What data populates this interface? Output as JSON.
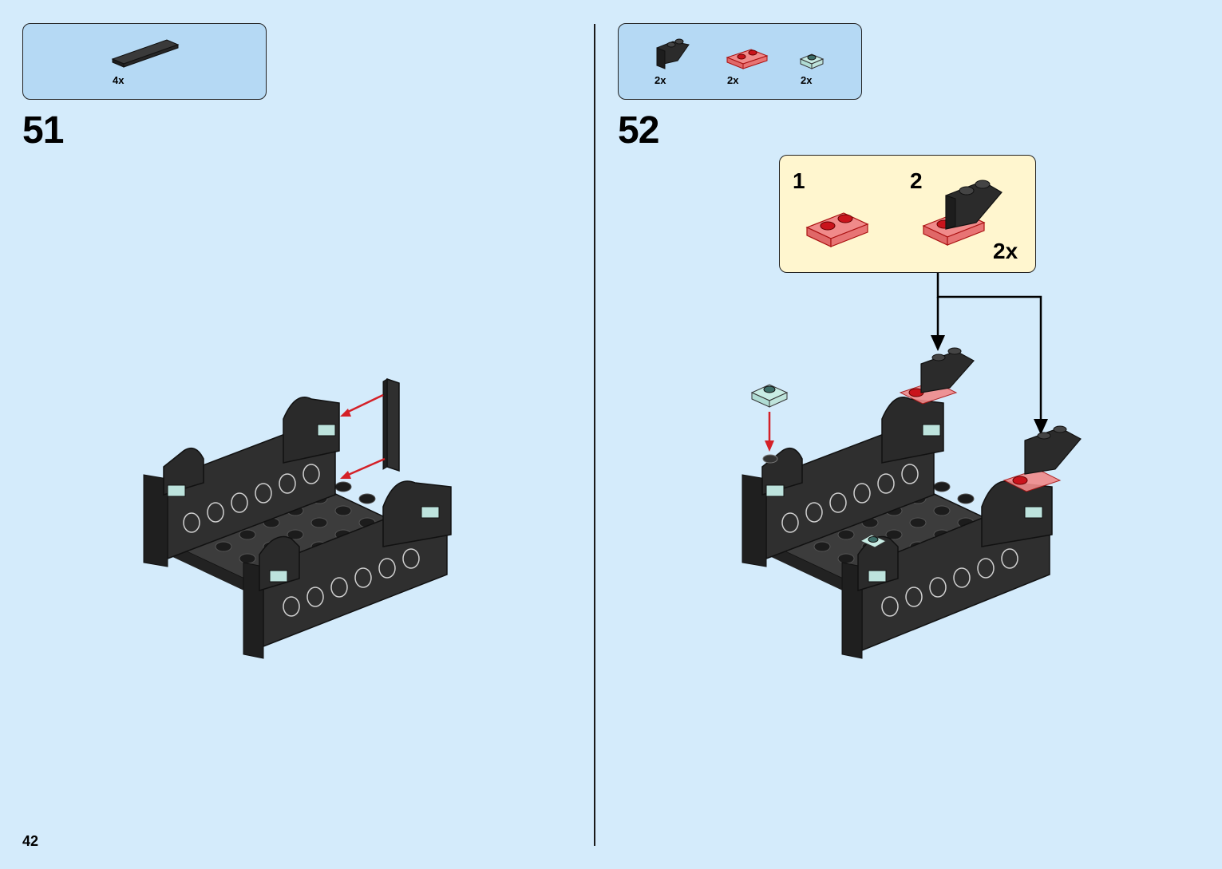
{
  "page": {
    "number": "42"
  },
  "steps": [
    {
      "number": "51",
      "parts": [
        {
          "qty": "4x",
          "icon": "black-tile-1x4-icon"
        }
      ]
    },
    {
      "number": "52",
      "parts": [
        {
          "qty": "2x",
          "icon": "black-slope-brick-icon"
        },
        {
          "qty": "2x",
          "icon": "trans-red-plate-1x2-icon"
        },
        {
          "qty": "2x",
          "icon": "trans-light-blue-plate-1x1-icon"
        }
      ],
      "substeps": [
        {
          "number": "1"
        },
        {
          "number": "2"
        }
      ],
      "substep_qty": "2x"
    }
  ],
  "colors": {
    "background": "#d4ebfb",
    "parts_box": "#b5d9f4",
    "substep_box": "#fff6cf",
    "brick_black": "#2b2b2b",
    "trans_red": "#f08a8a",
    "trans_light_blue": "#c8ece4",
    "arrow_red": "#d42027"
  }
}
